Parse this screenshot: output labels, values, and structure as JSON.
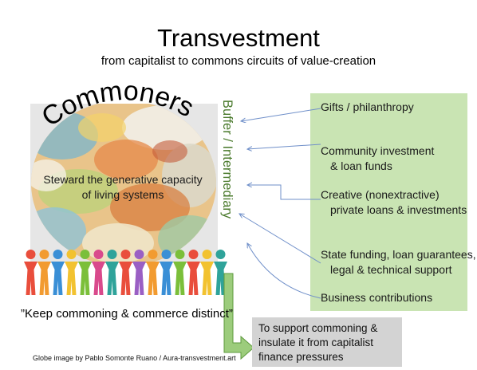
{
  "title": "Transvestment",
  "subtitle": "from capitalist to commons circuits of value-creation",
  "globe": {
    "commoners_label": "Commoners",
    "steward_line1": "Steward the generative capacity",
    "steward_line2": "of living systems"
  },
  "buffer_label": "Buffer / Intermediary",
  "sources": [
    {
      "line1": "Gifts / philanthropy",
      "line2": ""
    },
    {
      "line1": "Community investment",
      "line2": "& loan funds"
    },
    {
      "line1": "Creative (nonextractive)",
      "line2": "private loans & investments"
    },
    {
      "line1": "State funding, loan guarantees,",
      "line2": "legal & technical support"
    },
    {
      "line1": "Business contributions",
      "line2": ""
    }
  ],
  "keep_quote": "”Keep commoning & commerce distinct”",
  "credit": "Globe image by Pablo Somonte Ruano / Aura-transvestment.art",
  "outcome": {
    "line1": "To support commoning &",
    "line2": "insulate it from capitalist",
    "line3": "finance pressures"
  },
  "colors": {
    "green_box": "#c9e4b3",
    "buffer_text": "#4a7a2c",
    "arrow_blue": "#6f8fc9",
    "bent_arrow_fill": "#9ccc7c",
    "grey_box": "#d3d3d3"
  }
}
